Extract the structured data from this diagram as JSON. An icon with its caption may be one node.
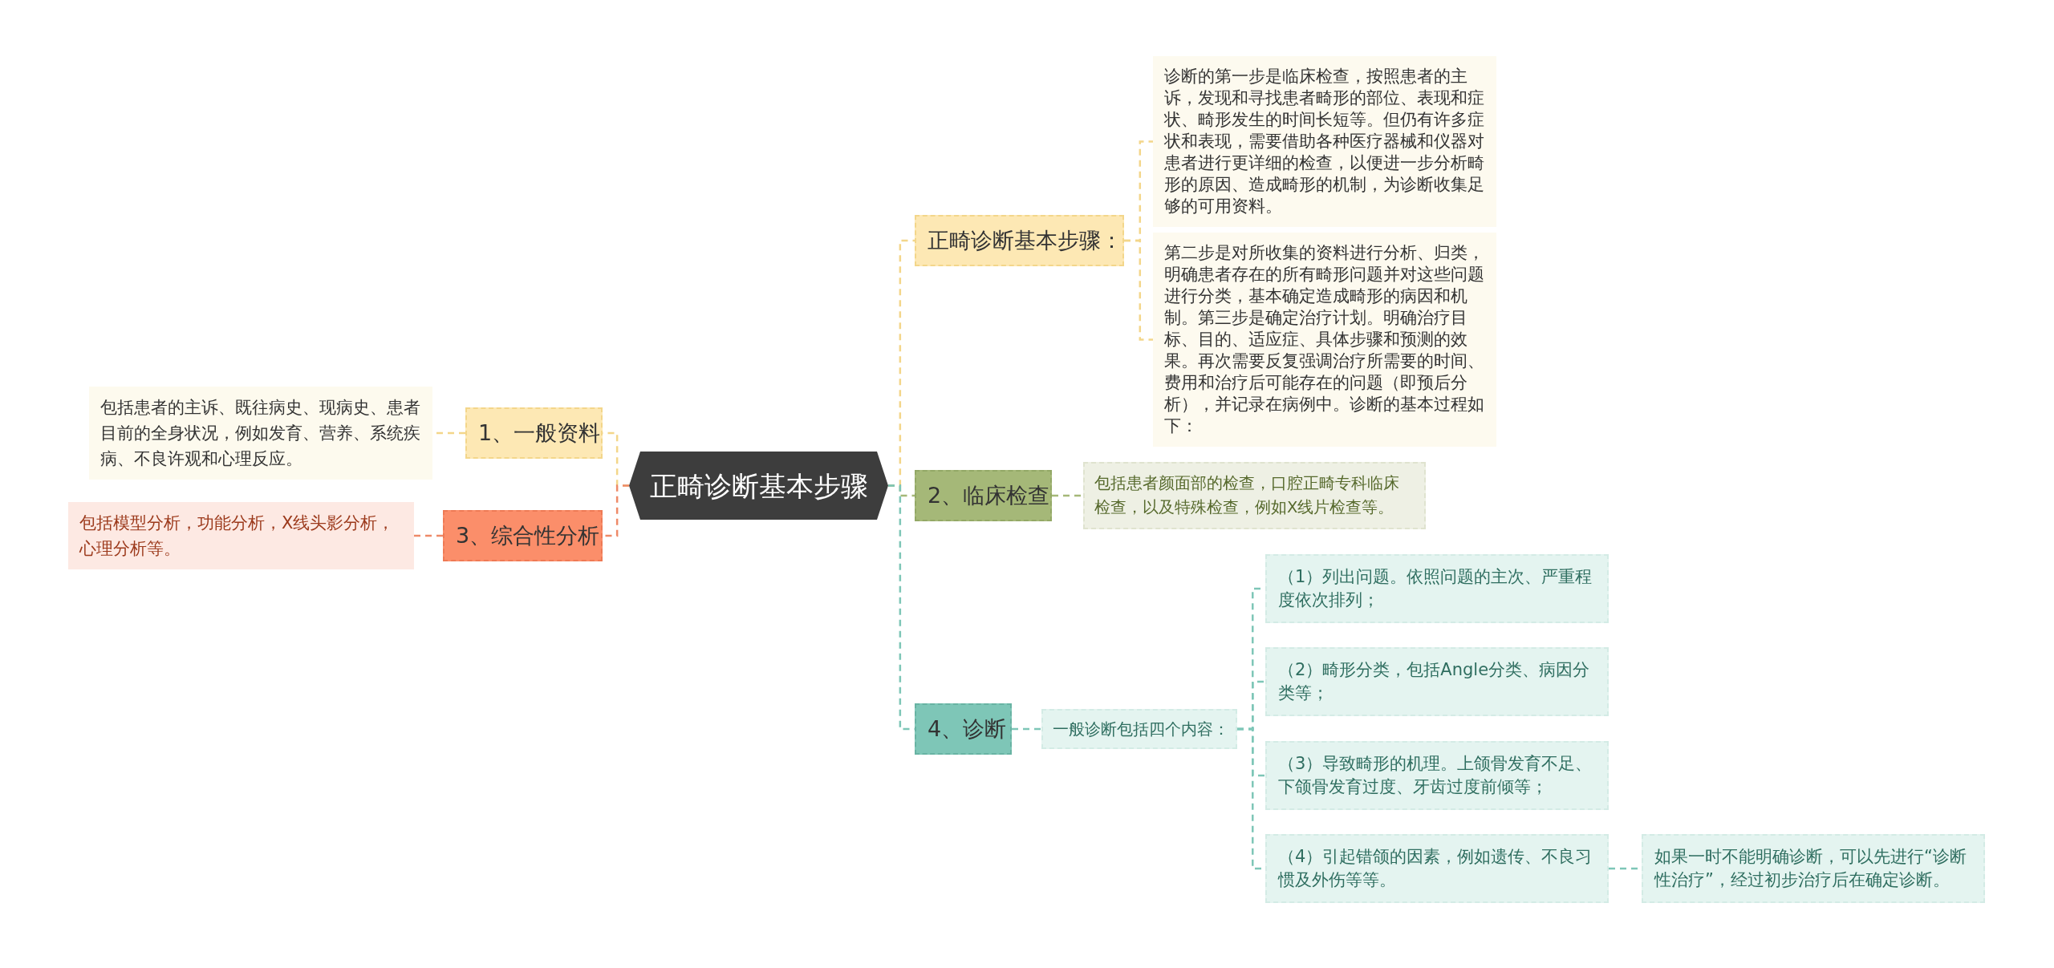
{
  "diagram": {
    "nodes": [
      {
        "text": [
          "正畸诊断基本步骤"
        ]
      },
      {
        "text": [
          "1、一般资料"
        ]
      },
      {
        "text": [
          "包括患者的主诉、既往病史、现病史、患者目前的全身状况，例如发育、营养、系统疾病、不良许观和心理反应。"
        ]
      },
      {
        "text": [
          "3、综合性分析"
        ]
      },
      {
        "text": [
          "包括模型分析，功能分析，X线头影分析，心理分析等。"
        ]
      },
      {
        "text": [
          "正畸诊断基本步骤："
        ]
      },
      {
        "text": [
          "诊断的第一步是临床检查，按照患者的主诉，发现和寻找患者畸形的部位、表现和症状、畸形发生的时间长短等。但仍有许多症状和表现，需要借助各种医疗器械和仪器对患者进行更详细的检查，以便进一步分析畸形的原因、造成畸形的机制，为诊断收集足够的可用资料。"
        ]
      },
      {
        "text": [
          "第二步是对所收集的资料进行分析、归类，明确患者存在的所有畸形问题并对这些问题进行分类，基本确定造成畸形的病因和机制。第三步是确定治疗计划。明确治疗目标、目的、适应症、具体步骤和预测的效果。再次需要反复强调治疗所需要的时间、费用和治疗后可能存在的问题（即预后分析），并记录在病例中。诊断的基本过程如下："
        ]
      },
      {
        "text": [
          "2、临床检查"
        ]
      },
      {
        "text": [
          "包括患者颜面部的检查，口腔正畸专科临床检查，以及特殊检查，例如X线片检查等。"
        ]
      },
      {
        "text": [
          "4、诊断"
        ]
      },
      {
        "text": [
          "一般诊断包括四个内容："
        ]
      },
      {
        "text": [
          "（1）列出问题。依照问题的主次、严重程度依次排列；"
        ]
      },
      {
        "text": [
          "（2）畸形分类，包括Angle分类、病因分类等；"
        ]
      },
      {
        "text": [
          "（3）导致畸形的机理。上颌骨发育不足、下颌骨发育过度、牙齿过度前倾等；"
        ]
      },
      {
        "text": [
          "（4）引起错颌的因素，例如遗传、不良习惯及外伤等等。"
        ]
      },
      {
        "text": [
          "如果一时不能明确诊断，可以先进行“诊断性治疗”，经过初步治疗后在确定诊断。"
        ]
      }
    ],
    "edges": [
      {
        "from": 0,
        "to": 1,
        "arrow": "none",
        "style": "dashed",
        "color": "#f3d68a"
      },
      {
        "from": 1,
        "to": 2,
        "arrow": "none",
        "style": "dashed",
        "color": "#f3d68a"
      },
      {
        "from": 0,
        "to": 3,
        "arrow": "none",
        "style": "dashed",
        "color": "#ee8a68"
      },
      {
        "from": 3,
        "to": 4,
        "arrow": "none",
        "style": "dashed",
        "color": "#ee8a68"
      },
      {
        "from": 0,
        "to": 5,
        "arrow": "none",
        "style": "dashed",
        "color": "#f3d68a"
      },
      {
        "from": 5,
        "to": 6,
        "arrow": "none",
        "style": "dashed",
        "color": "#f3d68a"
      },
      {
        "from": 5,
        "to": 7,
        "arrow": "none",
        "style": "dashed",
        "color": "#f3d68a"
      },
      {
        "from": 0,
        "to": 8,
        "arrow": "none",
        "style": "dashed",
        "color": "#a5b878"
      },
      {
        "from": 8,
        "to": 9,
        "arrow": "none",
        "style": "dashed",
        "color": "#a5b878"
      },
      {
        "from": 0,
        "to": 10,
        "arrow": "none",
        "style": "dashed"
      },
      {
        "from": 10,
        "to": 11,
        "arrow": "none",
        "style": "dashed"
      },
      {
        "from": 11,
        "to": 12,
        "arrow": "none",
        "style": "dashed"
      },
      {
        "from": 11,
        "to": 13,
        "arrow": "none",
        "style": "dashed"
      },
      {
        "from": 11,
        "to": 14,
        "arrow": "none",
        "style": "dashed"
      },
      {
        "from": 11,
        "to": 15,
        "arrow": "none",
        "style": "dashed"
      },
      {
        "from": 15,
        "to": 16,
        "arrow": "none",
        "style": "dashed"
      }
    ]
  }
}
